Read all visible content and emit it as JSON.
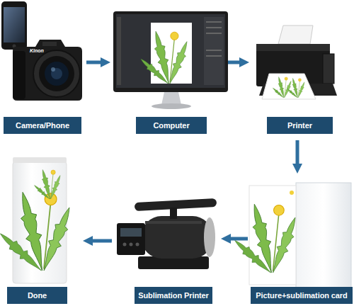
{
  "diagram": {
    "nodes": [
      {
        "text": [
          "Camera/Phone"
        ]
      },
      {
        "text": [
          "Computer"
        ]
      },
      {
        "text": [
          "Printer"
        ]
      },
      {
        "text": [
          "Picture+sublimation card"
        ]
      },
      {
        "text": [
          "Sublimation Printer"
        ]
      },
      {
        "text": [
          "Done"
        ]
      }
    ],
    "edges": [
      {
        "from": 0,
        "to": 1,
        "arrow": "to"
      },
      {
        "from": 1,
        "to": 2,
        "arrow": "to"
      },
      {
        "from": 2,
        "to": 3,
        "arrow": "to"
      },
      {
        "from": 3,
        "to": 4,
        "arrow": "to"
      },
      {
        "from": 4,
        "to": 5,
        "arrow": "to"
      }
    ],
    "labels": [
      "Kinon"
    ]
  }
}
